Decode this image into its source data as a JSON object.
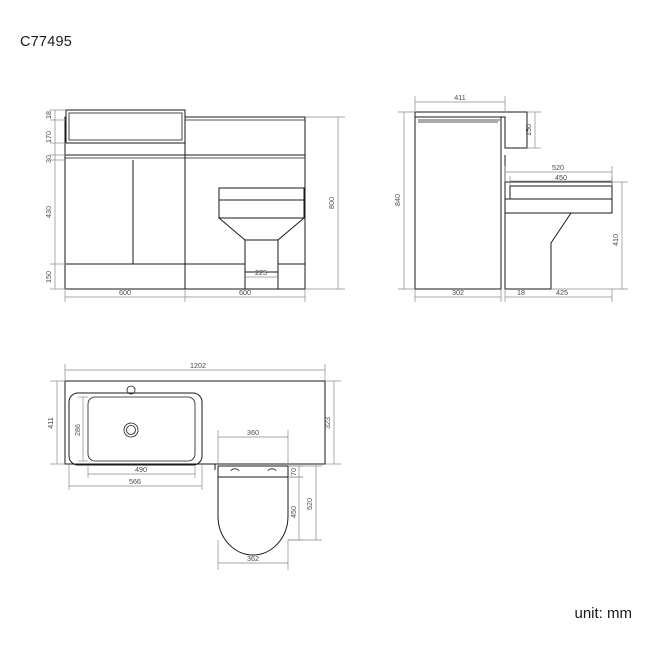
{
  "sheet": {
    "title": "C77495",
    "unit_label": "unit: mm",
    "background_color": "#ffffff",
    "object_line_color": "#1a1a1a",
    "dimension_line_color": "#8a8a8a",
    "dimension_text_color": "#4d4d4d"
  },
  "views": {
    "front_elevation": {
      "name": "front-elevation-view",
      "dimensions": {
        "counter_lip": "18",
        "basin_height": "170",
        "counter_band": "30",
        "door_height": "430",
        "plinth_height": "150",
        "overall_height": "800",
        "vanity_width": "600",
        "toilet_unit_width": "600",
        "toilet_pedestal_width": "225"
      }
    },
    "side_elevation": {
      "name": "side-elevation-view",
      "dimensions": {
        "counter_depth": "411",
        "basin_drop": "150",
        "overall_height": "840",
        "toilet_seat_depth": "520",
        "toilet_lid_depth": "450",
        "toilet_height": "410",
        "cabinet_depth": "302",
        "gap": "18",
        "toilet_base_depth": "425"
      }
    },
    "plan": {
      "name": "plan-view",
      "dimensions": {
        "overall_width": "1202",
        "counter_depth": "411",
        "basin_inner_depth": "286",
        "basin_inner_width": "490",
        "basin_outer_width": "566",
        "toilet_unit_depth": "323",
        "toilet_width": "360",
        "toilet_seat_gap": "70",
        "toilet_bowl_length": "450",
        "toilet_total_length": "520",
        "toilet_bowl_width": "362"
      }
    }
  }
}
